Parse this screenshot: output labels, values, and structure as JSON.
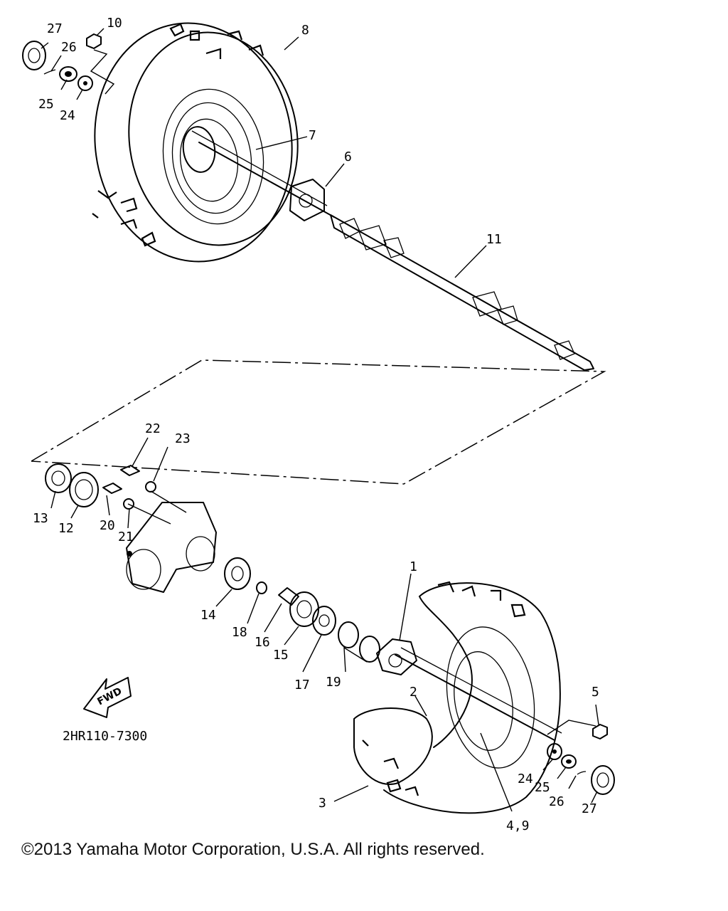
{
  "diagram": {
    "model_code": "2HR110-7300",
    "fwd_label": "FWD",
    "callouts": {
      "c1": "1",
      "c2": "2",
      "c3": "3",
      "c4_9": "4,9",
      "c5": "5",
      "c6": "6",
      "c7": "7",
      "c8": "8",
      "c10": "10",
      "c11": "11",
      "c12": "12",
      "c13": "13",
      "c14": "14",
      "c15": "15",
      "c16": "16",
      "c17": "17",
      "c18": "18",
      "c19": "19",
      "c20": "20",
      "c21": "21",
      "c22": "22",
      "c23": "23",
      "c24_top": "24",
      "c25_top": "25",
      "c26_top": "26",
      "c27_top": "27",
      "c24_bot": "24",
      "c25_bot": "25",
      "c26_bot": "26",
      "c27_bot": "27"
    }
  },
  "footer": {
    "copyright": "©2013 Yamaha Motor Corporation, U.S.A. All rights reserved."
  }
}
